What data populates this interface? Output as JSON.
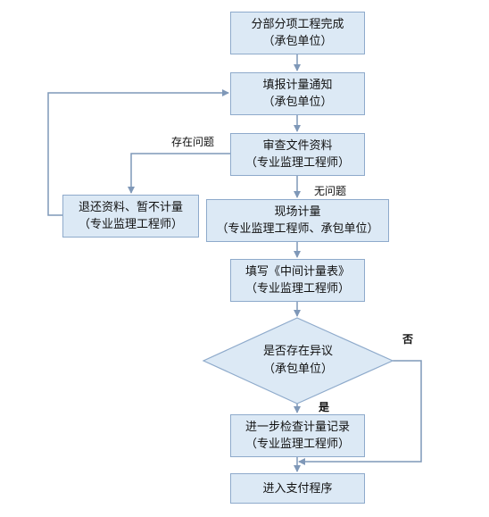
{
  "nodes": {
    "n1": {
      "line1": "分部分项工程完成",
      "line2": "（承包单位）"
    },
    "n2": {
      "line1": "填报计量通知",
      "line2": "（承包单位）"
    },
    "n3": {
      "line1": "审查文件资料",
      "line2": "（专业监理工程师）"
    },
    "n4": {
      "line1": "退还资料、暂不计量",
      "line2": "（专业监理工程师）"
    },
    "n5": {
      "line1": "现场计量",
      "line2": "（专业监理工程师、承包单位）"
    },
    "n6": {
      "line1": "填写《中间计量表》",
      "line2": "（专业监理工程师）"
    },
    "n7": {
      "line1": "是否存在异议",
      "line2": "（承包单位）"
    },
    "n8": {
      "line1": "进一步检查计量记录",
      "line2": "（专业监理工程师）"
    },
    "n9": {
      "line1": "进入支付程序"
    }
  },
  "edge_labels": {
    "has_issue": "存在问题",
    "no_issue": "无问题",
    "yes": "是",
    "no": "否"
  },
  "colors": {
    "box_fill": "#dce9f5",
    "box_border": "#8eaacb",
    "line": "#7f98b8"
  }
}
